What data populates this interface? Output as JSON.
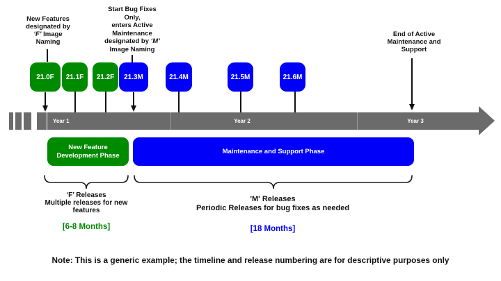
{
  "callouts": {
    "f_naming": {
      "line1": "New Features",
      "line2": "designated by",
      "line3_italic": "‘F’",
      "line3_rest": " Image",
      "line4": "Naming"
    },
    "m_naming": {
      "line1": "Start Bug Fixes",
      "line2": "Only,",
      "line3": "enters Active",
      "line4": "Maintenance",
      "line5_rest": "designated by ",
      "line5_italic": "‘M’",
      "line6": "Image Naming"
    },
    "end_support": {
      "line1": "End of Active",
      "line2": "Maintenance and",
      "line3": "Support"
    }
  },
  "releases": [
    {
      "label": "21.0F",
      "type": "F"
    },
    {
      "label": "21.1F",
      "type": "F"
    },
    {
      "label": "21.2F",
      "type": "F"
    },
    {
      "label": "21.3M",
      "type": "M"
    },
    {
      "label": "21.4M",
      "type": "M"
    },
    {
      "label": "21.5M",
      "type": "M"
    },
    {
      "label": "21.6M",
      "type": "M"
    }
  ],
  "timeline": {
    "year1": "Year 1",
    "year2": "Year 2",
    "year3": "Year 3"
  },
  "phases": {
    "feature_line1": "New Feature",
    "feature_line2": "Development Phase",
    "maintenance": "Maintenance and Support Phase"
  },
  "brace_labels": {
    "f_title": "‘F’ Releases",
    "f_desc1": "Multiple releases for new",
    "f_desc2": "features",
    "f_duration": "[6-8 Months]",
    "m_title": "'M' Releases",
    "m_desc": "Periodic Releases for bug fixes as needed",
    "m_duration": "[18 Months]"
  },
  "note": "Note: This is a generic example; the timeline and release numbering are for descriptive purposes only",
  "colors": {
    "feature_green": "#008A00",
    "maintenance_blue": "#0000FA",
    "timeline_gray": "#6B6B6B",
    "duration_green": "#008A00",
    "duration_blue": "#0000F0",
    "text_black": "#111111"
  }
}
